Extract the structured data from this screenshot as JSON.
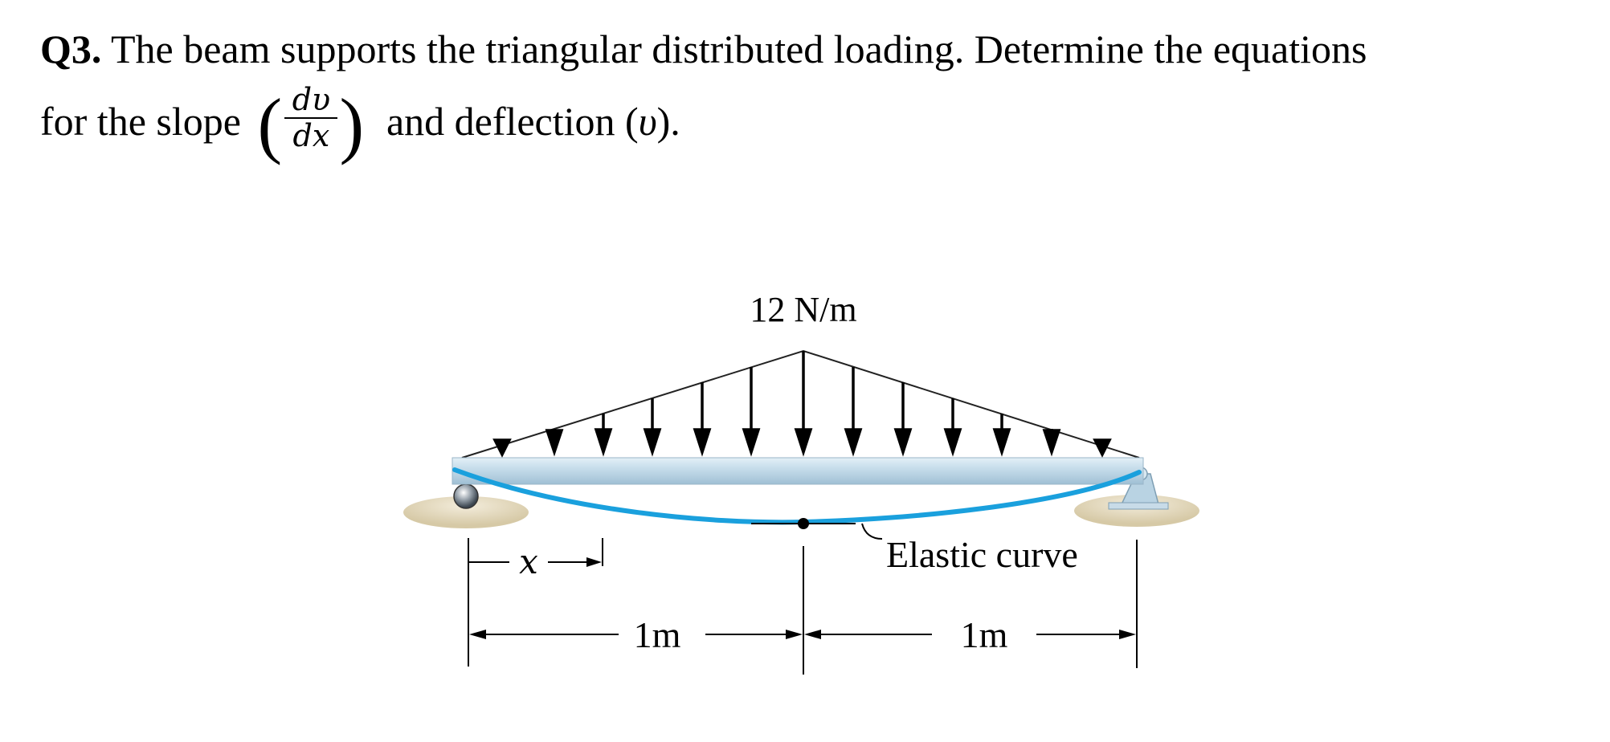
{
  "question": {
    "number": "Q3.",
    "line1_text": " The beam supports the triangular distributed loading. Determine the equations",
    "line2_prefix": "for the slope ",
    "slope_numerator": "dυ",
    "slope_denominator": "dx",
    "line2_mid": " and deflection (",
    "deflection_symbol": "υ",
    "line2_suffix": ")."
  },
  "figure": {
    "load_label": "12 N/m",
    "x_label": "x",
    "elastic_curve_label": "Elastic curve",
    "span_left_label": "1m",
    "span_right_label": "1m",
    "left_support": "roller",
    "right_support": "pin",
    "colors": {
      "beam": "#c9dfec",
      "elastic_curve": "#1aa0dd",
      "ground": "#e6dcc3"
    }
  }
}
